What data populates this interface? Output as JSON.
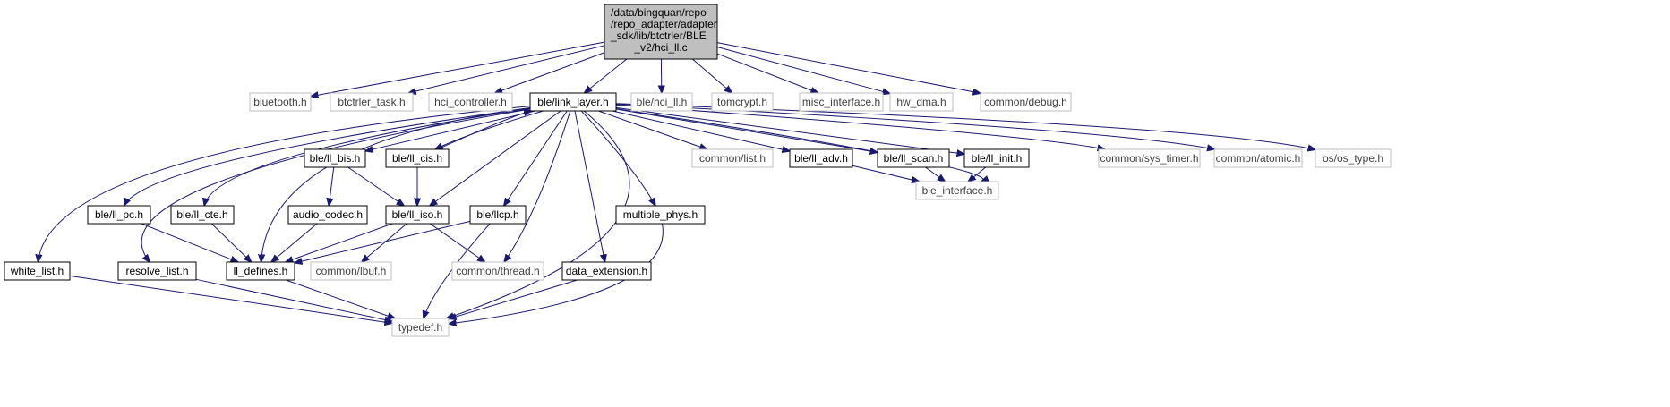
{
  "graph": {
    "root": {
      "id": "root",
      "lines": [
        "/data/bingquan/repo",
        "/repo_adapter/adapter",
        "_sdk/lib/btctrler/BLE",
        "_v2/hci_ll.c"
      ]
    },
    "nodes": [
      {
        "id": "bluetooth",
        "label": "bluetooth.h",
        "documented": false
      },
      {
        "id": "btctrler_task",
        "label": "btctrler_task.h",
        "documented": false
      },
      {
        "id": "hci_controller",
        "label": "hci_controller.h",
        "documented": false
      },
      {
        "id": "link_layer",
        "label": "ble/link_layer.h",
        "documented": true
      },
      {
        "id": "ble_hci_ll",
        "label": "ble/hci_ll.h",
        "documented": false
      },
      {
        "id": "tomcrypt",
        "label": "tomcrypt.h",
        "documented": false
      },
      {
        "id": "misc_interface",
        "label": "misc_interface.h",
        "documented": false
      },
      {
        "id": "hw_dma",
        "label": "hw_dma.h",
        "documented": false
      },
      {
        "id": "common_debug",
        "label": "common/debug.h",
        "documented": false
      },
      {
        "id": "ll_bis",
        "label": "ble/ll_bis.h",
        "documented": true
      },
      {
        "id": "ll_cis",
        "label": "ble/ll_cis.h",
        "documented": true
      },
      {
        "id": "common_list",
        "label": "common/list.h",
        "documented": false
      },
      {
        "id": "ll_adv",
        "label": "ble/ll_adv.h",
        "documented": true
      },
      {
        "id": "ll_scan",
        "label": "ble/ll_scan.h",
        "documented": true
      },
      {
        "id": "ll_init",
        "label": "ble/ll_init.h",
        "documented": true
      },
      {
        "id": "sys_timer",
        "label": "common/sys_timer.h",
        "documented": false
      },
      {
        "id": "common_atomic",
        "label": "common/atomic.h",
        "documented": false
      },
      {
        "id": "os_type",
        "label": "os/os_type.h",
        "documented": false
      },
      {
        "id": "ll_pc",
        "label": "ble/ll_pc.h",
        "documented": true
      },
      {
        "id": "ll_cte",
        "label": "ble/ll_cte.h",
        "documented": true
      },
      {
        "id": "audio_codec",
        "label": "audio_codec.h",
        "documented": true
      },
      {
        "id": "ll_iso",
        "label": "ble/ll_iso.h",
        "documented": true
      },
      {
        "id": "llcp",
        "label": "ble/llcp.h",
        "documented": true
      },
      {
        "id": "multiple_phys",
        "label": "multiple_phys.h",
        "documented": true
      },
      {
        "id": "ble_interface",
        "label": "ble_interface.h",
        "documented": false
      },
      {
        "id": "white_list",
        "label": "white_list.h",
        "documented": true
      },
      {
        "id": "resolve_list",
        "label": "resolve_list.h",
        "documented": true
      },
      {
        "id": "ll_defines",
        "label": "ll_defines.h",
        "documented": true
      },
      {
        "id": "common_lbuf",
        "label": "common/lbuf.h",
        "documented": false
      },
      {
        "id": "common_thread",
        "label": "common/thread.h",
        "documented": false
      },
      {
        "id": "data_extension",
        "label": "data_extension.h",
        "documented": true
      },
      {
        "id": "typedef",
        "label": "typedef.h",
        "documented": false
      }
    ],
    "edges": [
      [
        "root",
        "bluetooth"
      ],
      [
        "root",
        "btctrler_task"
      ],
      [
        "root",
        "hci_controller"
      ],
      [
        "root",
        "link_layer"
      ],
      [
        "root",
        "ble_hci_ll"
      ],
      [
        "root",
        "tomcrypt"
      ],
      [
        "root",
        "misc_interface"
      ],
      [
        "root",
        "hw_dma"
      ],
      [
        "root",
        "common_debug"
      ],
      [
        "link_layer",
        "white_list"
      ],
      [
        "link_layer",
        "resolve_list"
      ],
      [
        "link_layer",
        "ll_pc"
      ],
      [
        "link_layer",
        "ll_cte"
      ],
      [
        "link_layer",
        "ll_defines"
      ],
      [
        "link_layer",
        "ll_bis"
      ],
      [
        "link_layer",
        "ll_cis"
      ],
      [
        "link_layer",
        "ll_iso"
      ],
      [
        "link_layer",
        "llcp"
      ],
      [
        "link_layer",
        "common_thread"
      ],
      [
        "link_layer",
        "data_extension"
      ],
      [
        "link_layer",
        "multiple_phys"
      ],
      [
        "link_layer",
        "typedef"
      ],
      [
        "link_layer",
        "common_list"
      ],
      [
        "link_layer",
        "ll_adv"
      ],
      [
        "link_layer",
        "ll_scan"
      ],
      [
        "link_layer",
        "ll_init"
      ],
      [
        "link_layer",
        "ble_interface"
      ],
      [
        "link_layer",
        "sys_timer"
      ],
      [
        "link_layer",
        "common_atomic"
      ],
      [
        "link_layer",
        "os_type"
      ],
      [
        "ll_cis",
        "link_layer"
      ],
      [
        "ll_bis",
        "ll_iso"
      ],
      [
        "ll_bis",
        "audio_codec"
      ],
      [
        "ll_cis",
        "ll_iso"
      ],
      [
        "audio_codec",
        "ll_defines"
      ],
      [
        "ll_iso",
        "ll_defines"
      ],
      [
        "ll_iso",
        "common_lbuf"
      ],
      [
        "ll_iso",
        "common_thread"
      ],
      [
        "llcp",
        "ll_defines"
      ],
      [
        "llcp",
        "typedef"
      ],
      [
        "ll_pc",
        "ll_defines"
      ],
      [
        "ll_cte",
        "ll_defines"
      ],
      [
        "ll_adv",
        "ble_interface"
      ],
      [
        "ll_scan",
        "ble_interface"
      ],
      [
        "ll_init",
        "ble_interface"
      ],
      [
        "multiple_phys",
        "typedef"
      ],
      [
        "data_extension",
        "typedef"
      ],
      [
        "white_list",
        "typedef"
      ],
      [
        "resolve_list",
        "typedef"
      ],
      [
        "ll_defines",
        "typedef"
      ]
    ]
  }
}
